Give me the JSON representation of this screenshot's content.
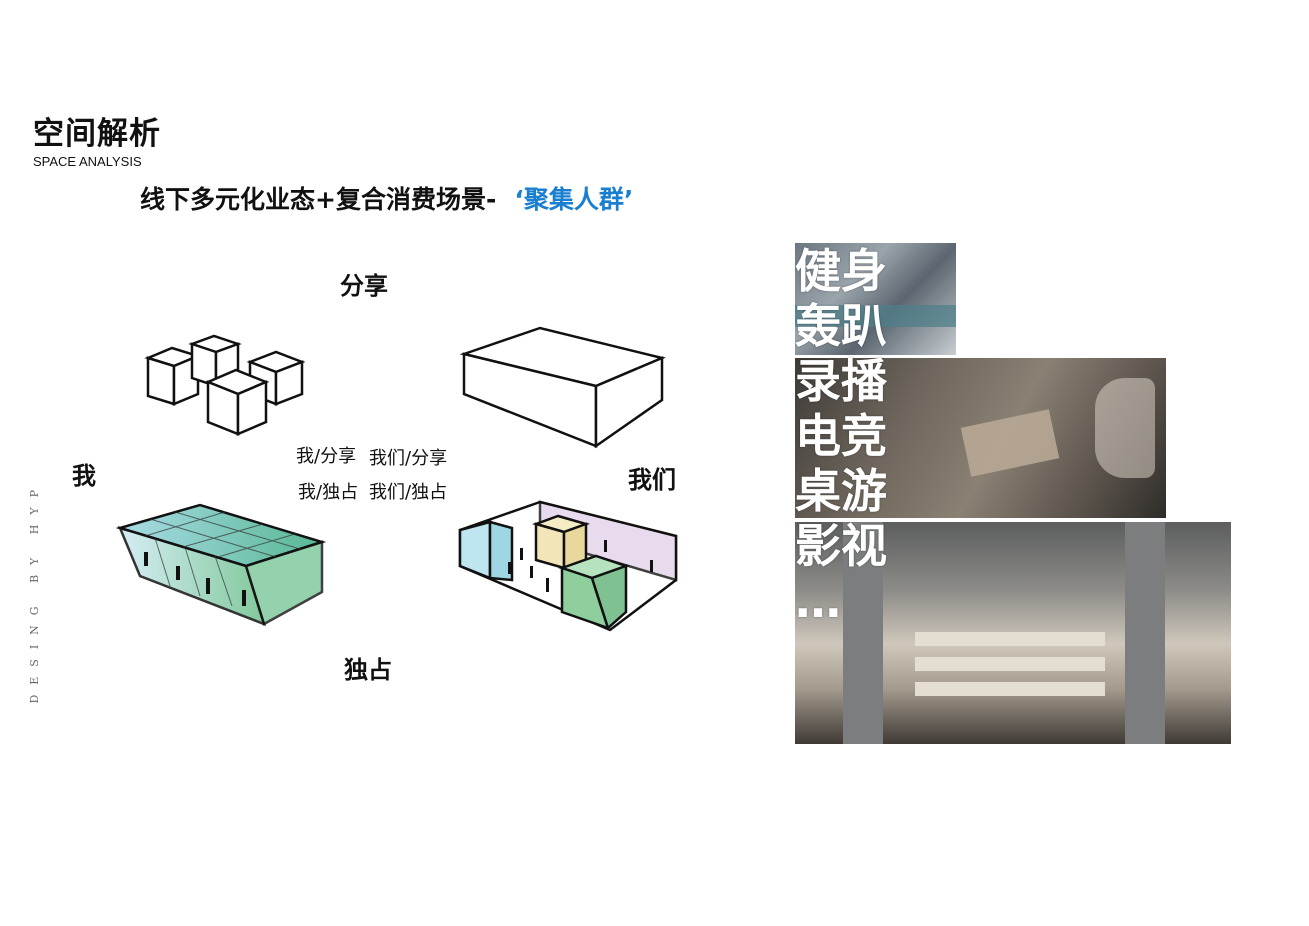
{
  "header": {
    "title_cn": "空间解析",
    "title_en": "SPACE ANALYSIS"
  },
  "headline": {
    "main": "线下多元化业态+复合消费场景-",
    "highlight": "‘聚集人群’",
    "highlight_color": "#1a7fd1"
  },
  "diagram": {
    "top_label": "分享",
    "bottom_label": "独占",
    "left_label": "我",
    "right_label": "我们",
    "quadrants": {
      "me_share": "我/分享",
      "we_share": "我们/分享",
      "me_exclusive": "我/独占",
      "we_exclusive": "我们/独占"
    },
    "colors": {
      "exclusive_gradient_start": "#bfe3f0",
      "exclusive_gradient_end": "#6cc08b",
      "room_blue": "#bfe6f0",
      "room_yellow": "#f2e6b8",
      "room_green": "#8fcf9e",
      "wall_purple": "#e3d3ea"
    }
  },
  "activities": [
    "健身",
    "轰趴",
    "录播",
    "电竞",
    "桌游",
    "影视",
    "…"
  ],
  "side_text": "DESING BY HYP"
}
